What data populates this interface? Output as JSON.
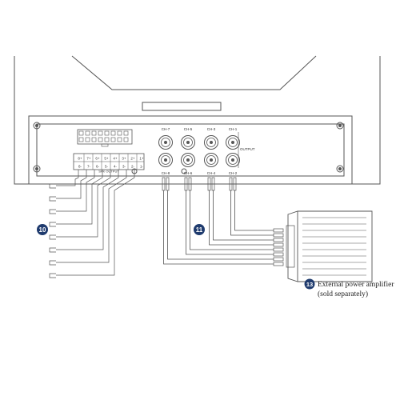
{
  "channels": {
    "top": [
      "CH-7",
      "CH-5",
      "CH-3",
      "CH-1"
    ],
    "bottom": [
      "CH-8",
      "CH-6",
      "CH-4",
      "CH-2"
    ]
  },
  "output_label": "OUTPUT",
  "spk_terminals": {
    "top": [
      "8+",
      "7+",
      "6+",
      "5+",
      "4+",
      "3+",
      "2+",
      "1+"
    ],
    "bottom": [
      "8-",
      "7-",
      "6-",
      "5-",
      "4-",
      "3-",
      "2-",
      "1-"
    ],
    "title": "SPK OUTPUT"
  },
  "callouts": [
    {
      "number": "10"
    },
    {
      "number": "11"
    },
    {
      "number": "13"
    }
  ],
  "amplifier": {
    "line1": "External power amplifier",
    "line2": "(sold separately)"
  },
  "colors": {
    "badge": "#1f3b6e",
    "line": "#555555"
  }
}
